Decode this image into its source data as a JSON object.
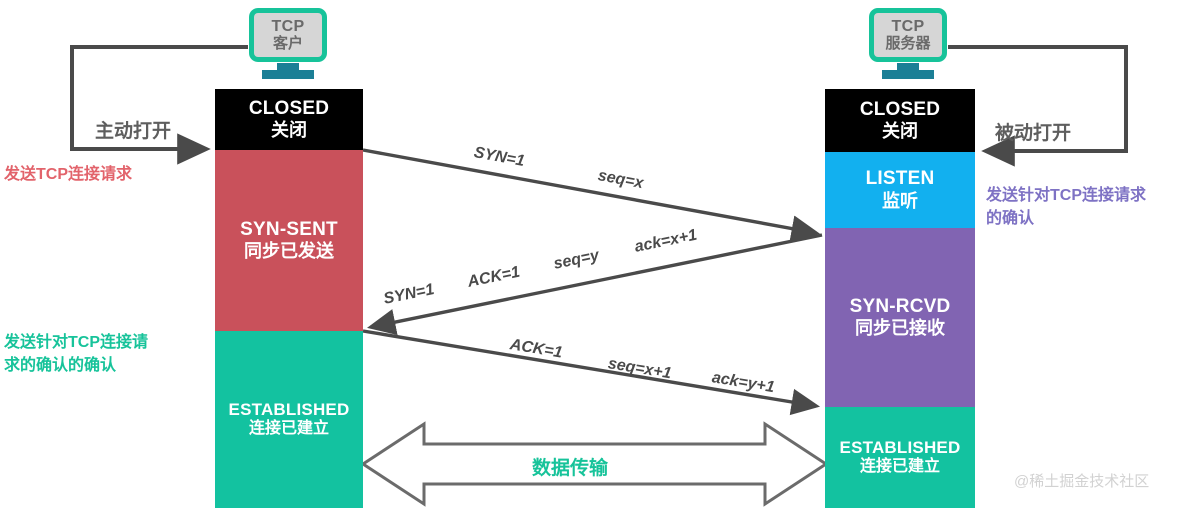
{
  "client": {
    "icon_name": "monitor-icon",
    "title": "TCP",
    "subtitle": "客户",
    "states": [
      {
        "en": "CLOSED",
        "cn": "关闭",
        "color": "#000000"
      },
      {
        "en": "SYN-SENT",
        "cn": "同步已发送",
        "color": "#c9515b"
      },
      {
        "en": "ESTABLISHED",
        "cn": "连接已建立",
        "color": "#13c2a0"
      }
    ],
    "open_label": "主动打开",
    "notes": [
      {
        "text": "发送TCP连接请求",
        "color": "#e2636b"
      },
      {
        "line1": "发送针对TCP连接请",
        "line2": "求的确认的确认",
        "color": "#17c39a"
      }
    ]
  },
  "server": {
    "icon_name": "monitor-icon",
    "title": "TCP",
    "subtitle": "服务器",
    "states": [
      {
        "en": "CLOSED",
        "cn": "关闭",
        "color": "#000000"
      },
      {
        "en": "LISTEN",
        "cn": "监听",
        "color": "#12b0ef"
      },
      {
        "en": "SYN-RCVD",
        "cn": "同步已接收",
        "color": "#8164b2"
      },
      {
        "en": "ESTABLISHED",
        "cn": "连接已建立",
        "color": "#13c2a0"
      }
    ],
    "open_label": "被动打开",
    "notes": [
      {
        "line1": "发送针对TCP连接请求",
        "line2": "的确认",
        "color": "#7e72c4"
      }
    ]
  },
  "segments": [
    {
      "name": "syn",
      "direction": "client-to-server",
      "fields": [
        "SYN=1",
        "seq=x"
      ]
    },
    {
      "name": "syn-ack",
      "direction": "server-to-client",
      "fields": [
        "SYN=1",
        "ACK=1",
        "seq=y",
        "ack=x+1"
      ]
    },
    {
      "name": "ack",
      "direction": "client-to-server",
      "fields": [
        "ACK=1",
        "seq=x+1",
        "ack=y+1"
      ]
    }
  ],
  "data_transfer": {
    "label": "数据传输",
    "color": "#17c39a"
  },
  "watermark": "@稀土掘金技术社区",
  "colors": {
    "closed": "#000000",
    "syn_sent": "#c9515b",
    "listen": "#12b0ef",
    "syn_rcvd": "#8164b2",
    "established": "#13c2a0",
    "arrow": "#4a4a4a",
    "accent_green": "#17c39a"
  }
}
